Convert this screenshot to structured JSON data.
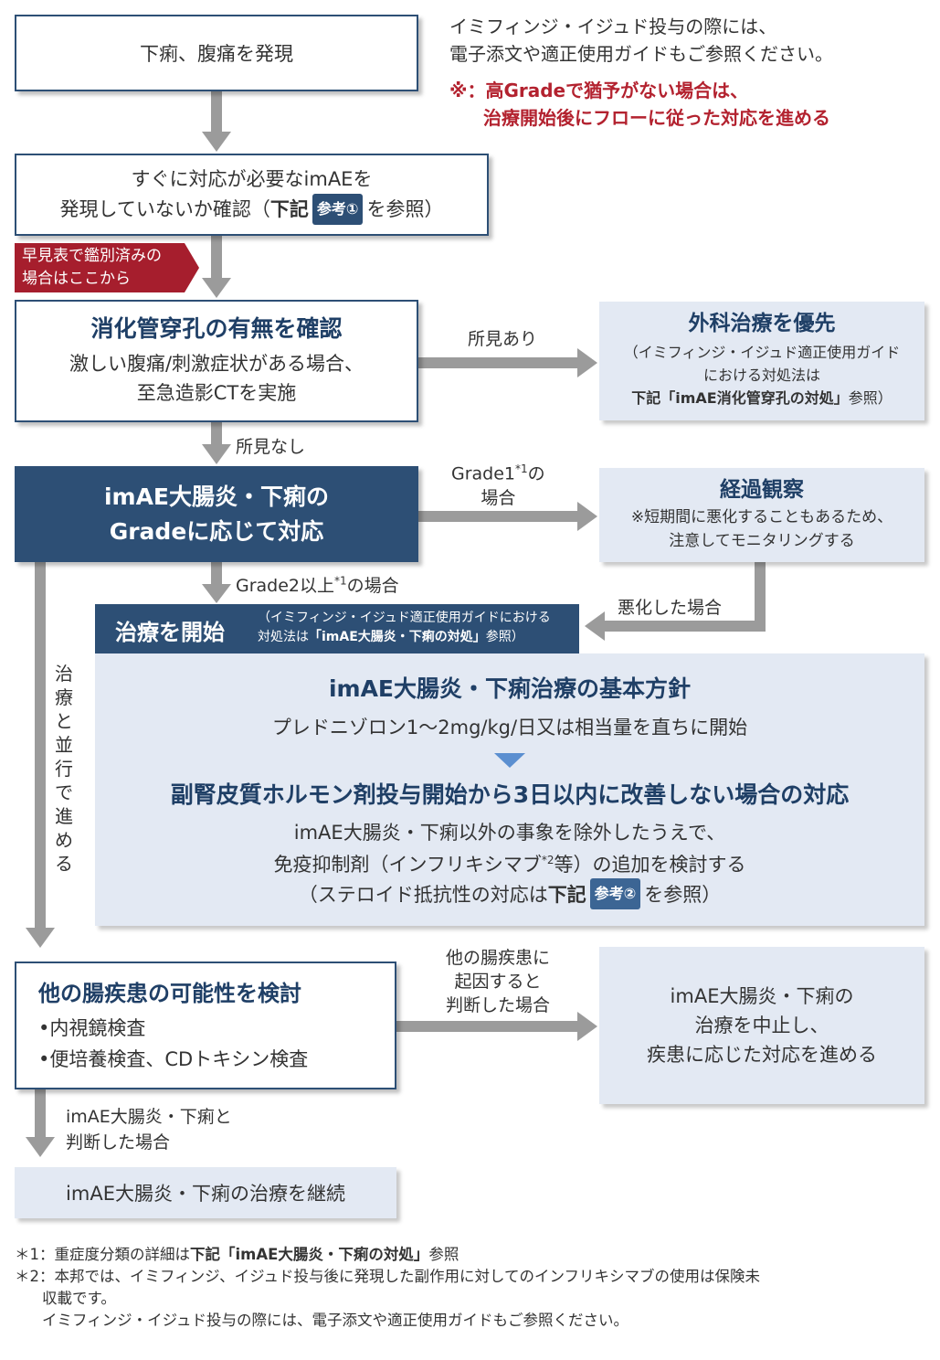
{
  "top_note": {
    "line1": "イミフィンジ・イジュド投与の際には、",
    "line2": "電子添文や適正使用ガイドもご参照ください。",
    "red1": "※：高Gradeで猶予がない場合は、",
    "red2": "治療開始後にフローに従った対応を進める"
  },
  "box_start": "下痢、腹痛を発現",
  "box_check": {
    "line1": "すぐに対応が必要なimAEを",
    "line2_a": "発現していないか確認（",
    "line2_b": "下記",
    "tag": "参考①",
    "line2_c": "を参照）"
  },
  "red_tag": {
    "line1": "早見表で鑑別済みの",
    "line2": "場合はここから"
  },
  "box_perf": {
    "title": "消化管穿孔の有無を確認",
    "line1": "激しい腹痛/刺激症状がある場合、",
    "line2": "至急造影CTを実施"
  },
  "label_finding": "所見あり",
  "box_surgery": {
    "title": "外科治療を優先",
    "line1": "（イミフィンジ・イジュド適正使用ガイド",
    "line2": "における対処法は",
    "line3_a": "下記「imAE消化管穿孔の対処」",
    "line3_b": "参照）"
  },
  "label_no_finding": "所見なし",
  "box_grade": {
    "line1": "imAE大腸炎・下痢の",
    "line2": "Gradeに応じて対応"
  },
  "label_grade1": {
    "line1_a": "Grade1",
    "sup": "*1",
    "line1_b": "の",
    "line2": "場合"
  },
  "box_observe": {
    "title": "経過観察",
    "line1": "※短期間に悪化することもあるため、",
    "line2": "注意してモニタリングする"
  },
  "label_grade2": {
    "a": "Grade2以上",
    "sup": "*1",
    "b": "の場合"
  },
  "label_worse": "悪化した場合",
  "label_parallel": [
    "治",
    "療",
    "と",
    "並",
    "行",
    "で",
    "進",
    "め",
    "る"
  ],
  "treat_header": {
    "title": "治療を開始",
    "note1": "（イミフィンジ・イジュド適正使用ガイドにおける",
    "note2_a": "対処法は",
    "note2_b": "「imAE大腸炎・下痢の対処」",
    "note2_c": "参照）"
  },
  "treat_body": {
    "title1": "imAE大腸炎・下痢治療の基本方針",
    "text1": "プレドニゾロン1〜2mg/kg/日又は相当量を直ちに開始",
    "title2": "副腎皮質ホルモン剤投与開始から3日以内に改善しない場合の対応",
    "text2": "imAE大腸炎・下痢以外の事象を除外したうえで、",
    "text3_a": "免疫抑制剤（インフリキシマブ",
    "text3_sup": "*2",
    "text3_b": "等）の追加を検討する",
    "text4_a": "（ステロイド抵抗性の対応は",
    "text4_b": "下記",
    "tag": "参考②",
    "text4_c": "を参照）"
  },
  "box_other": {
    "title": "他の腸疾患の可能性を検討",
    "item1": "•内視鏡検査",
    "item2": "•便培養検査、CDトキシン検査"
  },
  "label_other": {
    "line1": "他の腸疾患に",
    "line2": "起因すると",
    "line3": "判断した場合"
  },
  "box_stop": {
    "line1": "imAE大腸炎・下痢の",
    "line2": "治療を中止し、",
    "line3": "疾患に応じた対応を進める"
  },
  "label_continue": {
    "line1": "imAE大腸炎・下痢と",
    "line2": "判断した場合"
  },
  "box_continue": "imAE大腸炎・下痢の治療を継続",
  "footnotes": {
    "n1_a": "＊1：重症度分類の詳細は",
    "n1_b": "下記「imAE大腸炎・下痢の対処」",
    "n1_c": "参照",
    "n2_line1": "＊2：本邦では、イミフィンジ、イジュド投与後に発現した副作用に対してのインフリキシマブの使用は保険未",
    "n2_line2": "収載です。",
    "n2_line3": "イミフィンジ・イジュド投与の際には、電子添文や適正使用ガイドもご参照ください。"
  }
}
